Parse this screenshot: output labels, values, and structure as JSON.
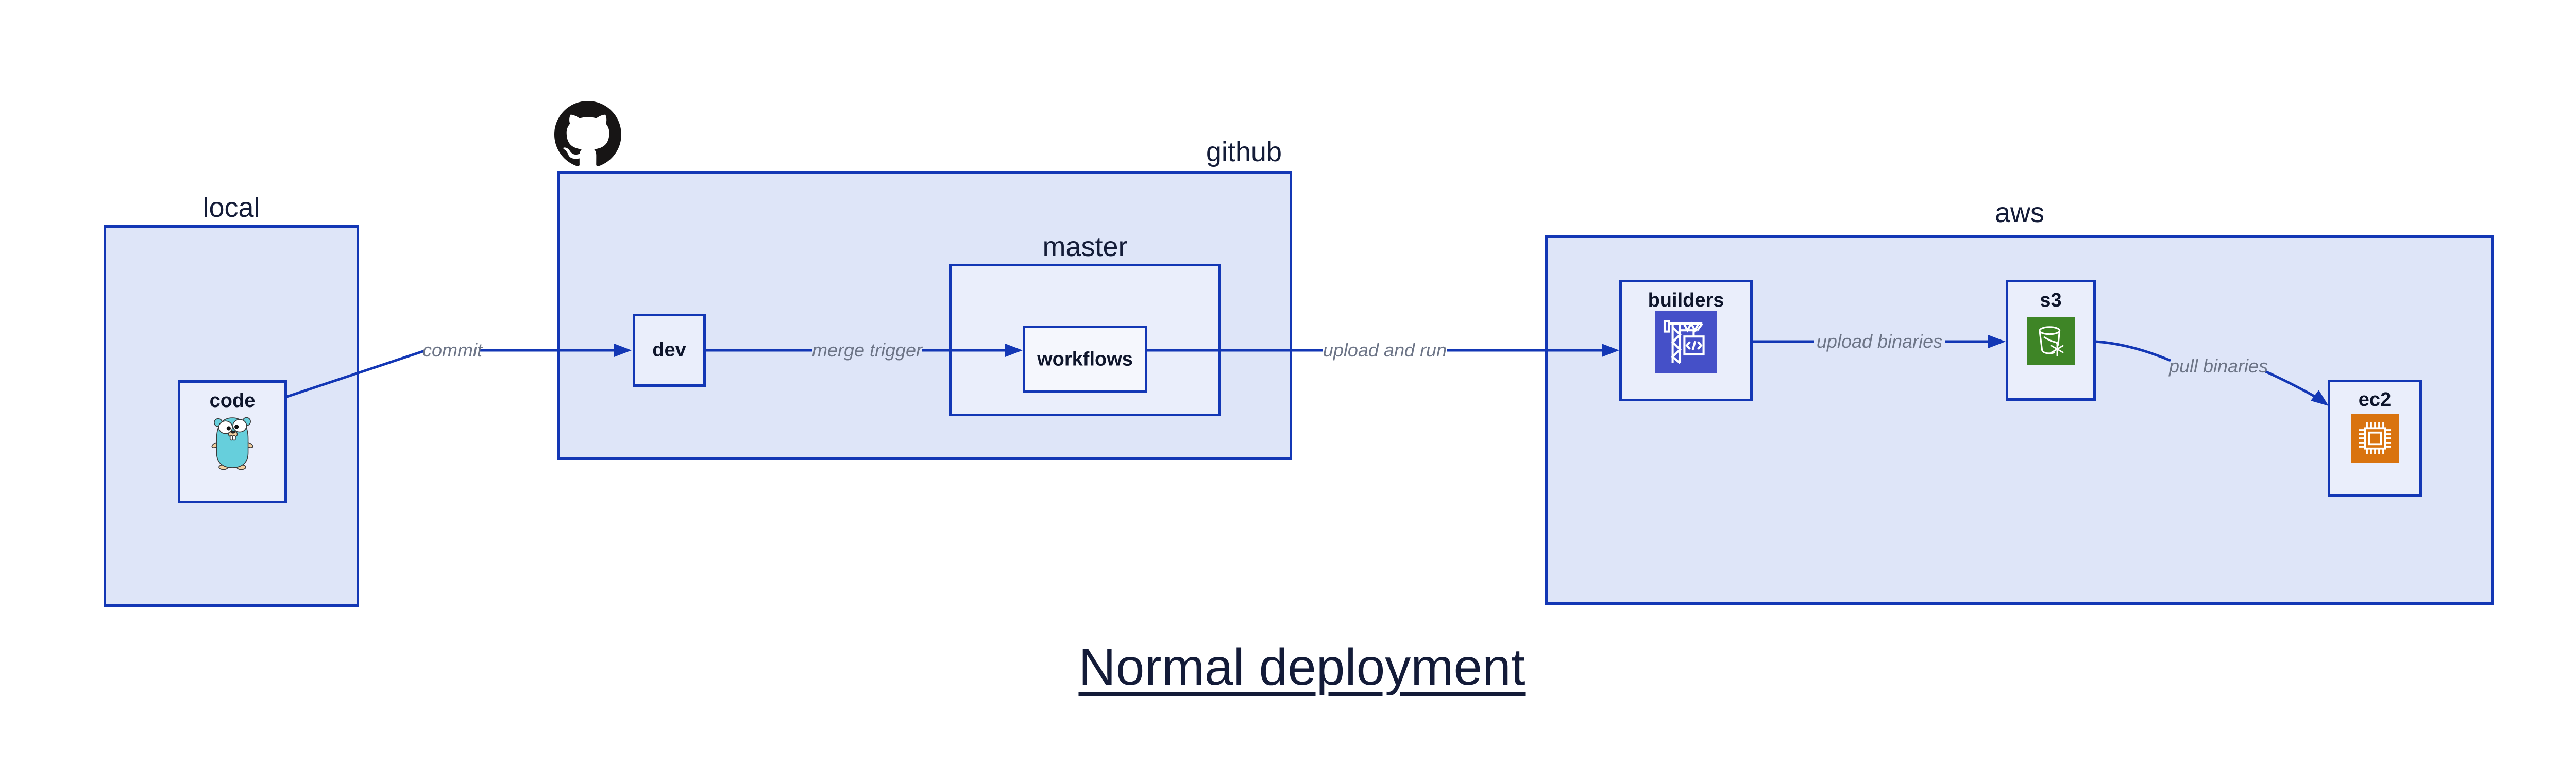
{
  "title": "Normal deployment",
  "regions": {
    "local": {
      "label": "local"
    },
    "github": {
      "label": "github"
    },
    "master": {
      "label": "master"
    },
    "aws": {
      "label": "aws"
    }
  },
  "nodes": {
    "code": {
      "label": "code"
    },
    "dev": {
      "label": "dev"
    },
    "workflows": {
      "label": "workflows"
    },
    "builders": {
      "label": "builders"
    },
    "s3": {
      "label": "s3"
    },
    "ec2": {
      "label": "ec2"
    }
  },
  "edges": {
    "commit": {
      "label": "commit"
    },
    "merge_trigger": {
      "label": "merge trigger"
    },
    "upload_and_run": {
      "label": "upload and run"
    },
    "upload_binaries": {
      "label": "upload binaries"
    },
    "pull_binaries": {
      "label": "pull binaries"
    }
  },
  "icons": {
    "octocat": "github-octocat-icon",
    "gopher": "go-gopher-icon",
    "builders": "codebuild-crane-icon",
    "s3": "s3-glacier-bucket-icon",
    "ec2": "cpu-chip-icon"
  },
  "colors": {
    "line_blue": "#1337b5",
    "region_fill": "#dee5f8",
    "node_fill": "#eaeefb",
    "inner_fill": "#f5f7fd",
    "label_gray": "#6d7587",
    "text_navy": "#141c38",
    "octocat_black": "#171515",
    "gopher_teal": "#66cfdc",
    "codebuild_indigo": "#4550c8",
    "glacier_green": "#3e8526",
    "ec2_orange": "#d9730f"
  }
}
